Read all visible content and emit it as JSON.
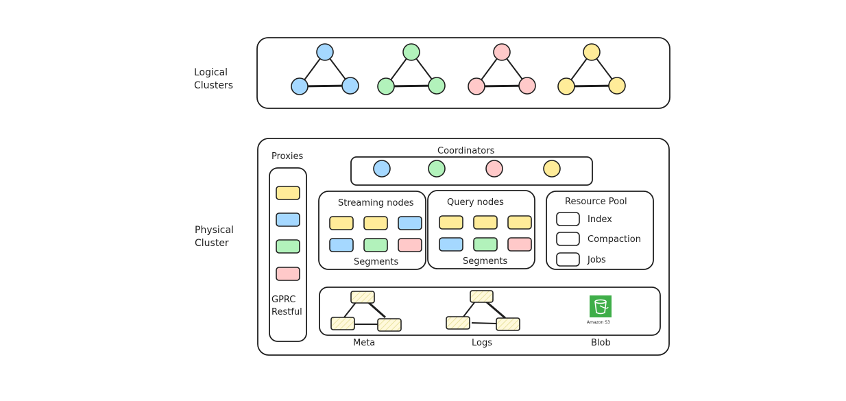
{
  "colors": {
    "blue": "#a5d8ff",
    "green": "#b2f2bb",
    "pink": "#ffc9c9",
    "yellow": "#ffec99",
    "hatch": "#fff9db",
    "hatch_line": "#e9e2a0",
    "s3_green": "#3fae49",
    "stroke": "#1e1e1e"
  },
  "logical": {
    "label_line1": "Logical",
    "label_line2": "Clusters",
    "clusters": [
      {
        "name": "cluster-blue",
        "color": "blue"
      },
      {
        "name": "cluster-green",
        "color": "green"
      },
      {
        "name": "cluster-pink",
        "color": "pink"
      },
      {
        "name": "cluster-yellow",
        "color": "yellow"
      }
    ]
  },
  "physical": {
    "label_line1": "Physical",
    "label_line2": "Cluster",
    "proxies": {
      "title": "Proxies",
      "items": [
        "yellow",
        "blue",
        "green",
        "pink"
      ],
      "protocol1": "GPRC",
      "protocol2": "Restful"
    },
    "coordinators": {
      "title": "Coordinators",
      "items": [
        "blue",
        "green",
        "pink",
        "yellow"
      ]
    },
    "streaming": {
      "title": "Streaming nodes",
      "segments": [
        [
          "yellow",
          "yellow",
          "blue"
        ],
        [
          "blue",
          "green",
          "pink"
        ]
      ],
      "footer": "Segments"
    },
    "query": {
      "title": "Query nodes",
      "segments": [
        [
          "yellow",
          "yellow",
          "yellow"
        ],
        [
          "blue",
          "green",
          "pink"
        ]
      ],
      "footer": "Segments"
    },
    "resource_pool": {
      "title": "Resource Pool",
      "items": [
        "Index",
        "Compaction",
        "Jobs"
      ]
    },
    "storage": {
      "meta_label": "Meta",
      "logs_label": "Logs",
      "blob_label": "Blob",
      "s3_caption": "Amazon S3"
    }
  }
}
